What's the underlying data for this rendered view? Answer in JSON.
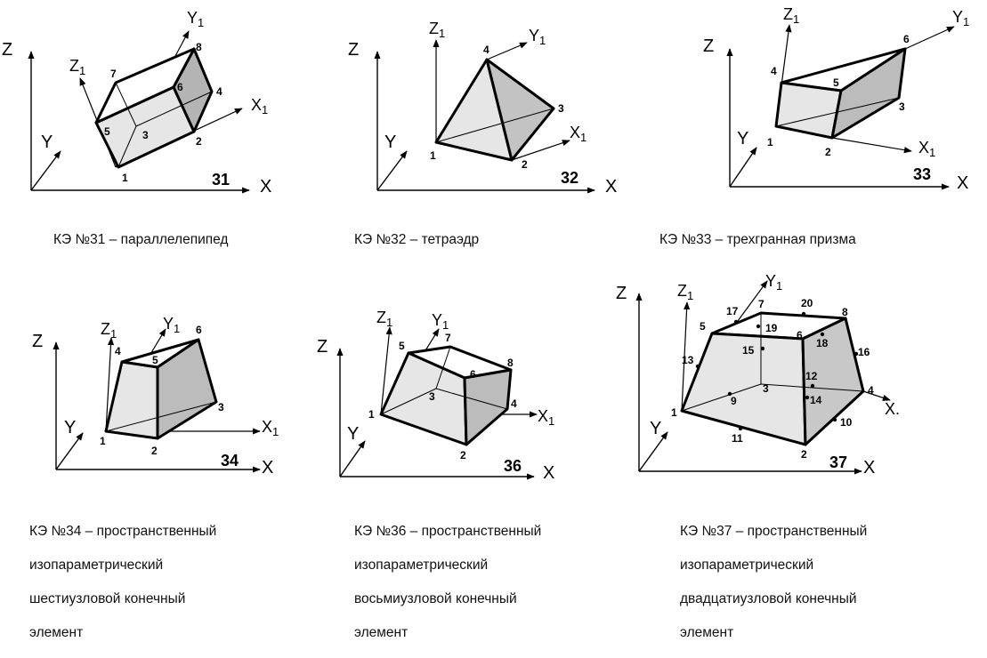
{
  "axes": {
    "x": "X",
    "y": "Y",
    "z": "Z",
    "x1": "X",
    "y1": "Y",
    "z1": "Z",
    "sub": "1"
  },
  "elements": [
    {
      "id": "31",
      "number": "31",
      "caption": "КЭ №31 – параллелепипед",
      "nodes": [
        "1",
        "2",
        "3",
        "4",
        "5",
        "6",
        "7",
        "8"
      ]
    },
    {
      "id": "32",
      "number": "32",
      "caption": "КЭ №32 – тетраэдр",
      "nodes": [
        "1",
        "2",
        "3",
        "4"
      ]
    },
    {
      "id": "33",
      "number": "33",
      "caption": "КЭ №33 – трехгранная призма",
      "nodes": [
        "1",
        "2",
        "3",
        "4",
        "5",
        "6"
      ]
    },
    {
      "id": "34",
      "number": "34",
      "caption": "КЭ №34 – пространственный изопараметрический шестиузловой конечный элемент",
      "caption_lines": [
        "КЭ №34 – пространственный",
        "изопараметрический",
        "шестиузловой конечный",
        "элемент"
      ],
      "nodes": [
        "1",
        "2",
        "3",
        "4",
        "5",
        "6"
      ]
    },
    {
      "id": "36",
      "number": "36",
      "caption": "КЭ №36 – пространственный изопараметрический восьмиузловой конечный элемент",
      "caption_lines": [
        "КЭ №36 – пространственный",
        "изопараметрический",
        "восьмиузловой конечный",
        "элемент"
      ],
      "nodes": [
        "1",
        "2",
        "3",
        "4",
        "5",
        "6",
        "7",
        "8"
      ]
    },
    {
      "id": "37",
      "number": "37",
      "caption": "КЭ №37 – пространственный изопараметрический двадцатиузловой конечный элемент",
      "caption_lines": [
        "КЭ №37 – пространственный",
        "изопараметрический",
        "двадцатиузловой конечный",
        "элемент"
      ],
      "nodes": [
        "1",
        "2",
        "3",
        "4",
        "5",
        "6",
        "7",
        "8",
        "9",
        "10",
        "11",
        "12",
        "13",
        "14",
        "15",
        "16",
        "17",
        "18",
        "19",
        "20"
      ],
      "x1_label_truncated": "X."
    }
  ],
  "colors": {
    "face_light": "#e6e6e6",
    "face_mid": "#d2d2d2",
    "face_dark": "#b4b4b4",
    "stroke": "#000000"
  }
}
